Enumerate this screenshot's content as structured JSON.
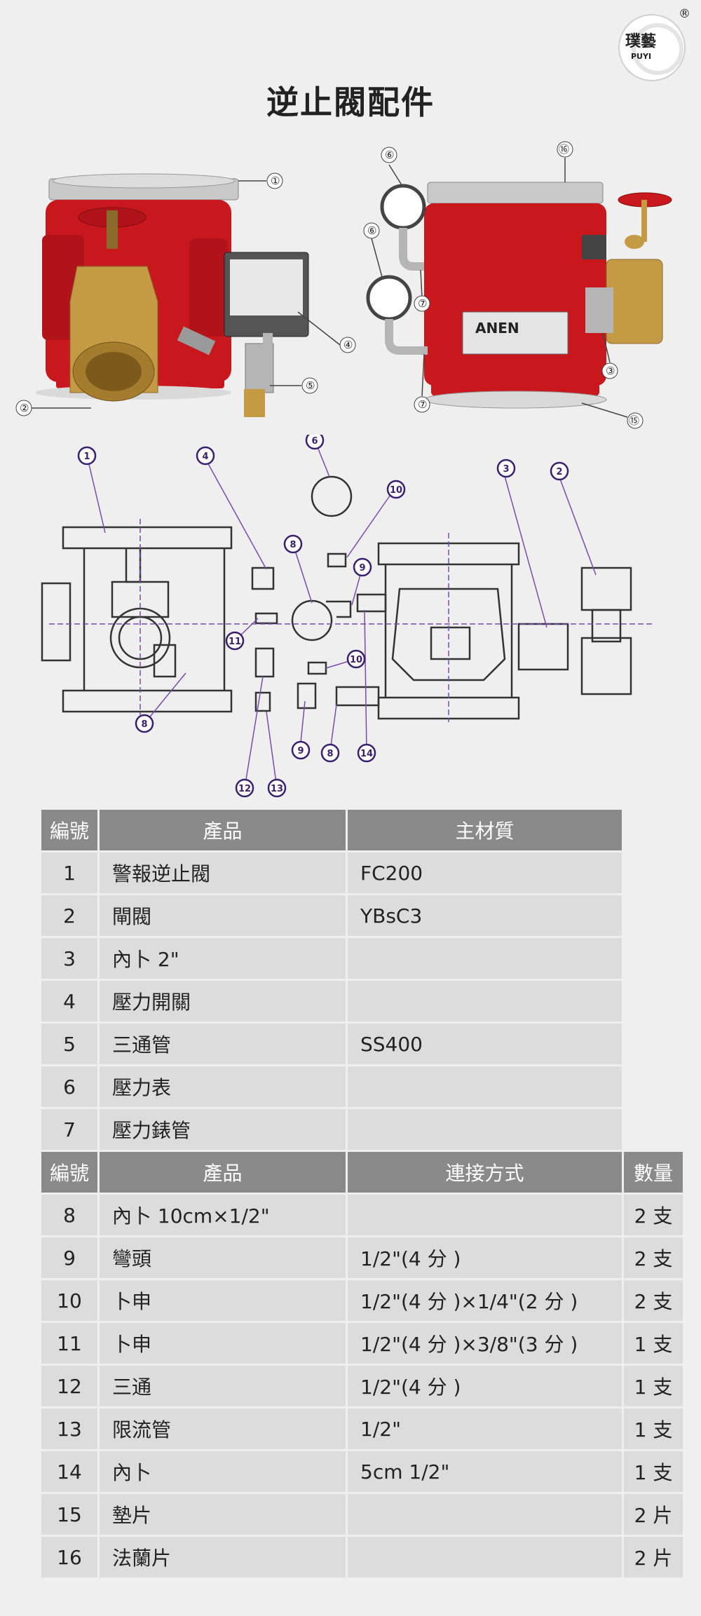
{
  "brand": {
    "name_cn": "璞藝",
    "name_en": "PUYI",
    "registered": "®"
  },
  "page_title": "逆止閥配件",
  "callouts_photo_left": [
    "①",
    "②",
    "④",
    "⑤"
  ],
  "callouts_photo_right": [
    "⑥",
    "⑯",
    "⑥",
    "⑦",
    "⑦",
    "③",
    "⑮"
  ],
  "valve_label": "ANEN",
  "diagram_labels": [
    "1",
    "4",
    "6",
    "10",
    "8",
    "9",
    "11",
    "10",
    "3",
    "2",
    "8",
    "9",
    "8",
    "14",
    "12",
    "13"
  ],
  "table1": {
    "headers": [
      "編號",
      "產品",
      "主材質"
    ],
    "rows": [
      [
        "1",
        "警報逆止閥",
        "FC200"
      ],
      [
        "2",
        "閘閥",
        "YBsC3"
      ],
      [
        "3",
        "內卜 2\"",
        ""
      ],
      [
        "4",
        "壓力開關",
        ""
      ],
      [
        "5",
        "三通管",
        "SS400"
      ],
      [
        "6",
        "壓力表",
        ""
      ],
      [
        "7",
        "壓力錶管",
        ""
      ]
    ]
  },
  "table2": {
    "headers": [
      "編號",
      "產品",
      "連接方式",
      "數量"
    ],
    "rows": [
      [
        "8",
        "內卜 10cm×1/2\"",
        "",
        "2 支"
      ],
      [
        "9",
        "彎頭",
        "1/2\"(4 分 )",
        "2 支"
      ],
      [
        "10",
        "卜申",
        "1/2\"(4 分 )×1/4\"(2 分 )",
        "2 支"
      ],
      [
        "11",
        "卜申",
        "1/2\"(4 分 )×3/8\"(3 分 )",
        "1 支"
      ],
      [
        "12",
        "三通",
        "1/2\"(4 分 )",
        "1 支"
      ],
      [
        "13",
        "限流管",
        "1/2\"",
        "1 支"
      ],
      [
        "14",
        "內卜",
        "5cm 1/2\"",
        "1 支"
      ],
      [
        "15",
        "墊片",
        "",
        "2 片"
      ],
      [
        "16",
        "法蘭片",
        "",
        "2 片"
      ]
    ]
  }
}
